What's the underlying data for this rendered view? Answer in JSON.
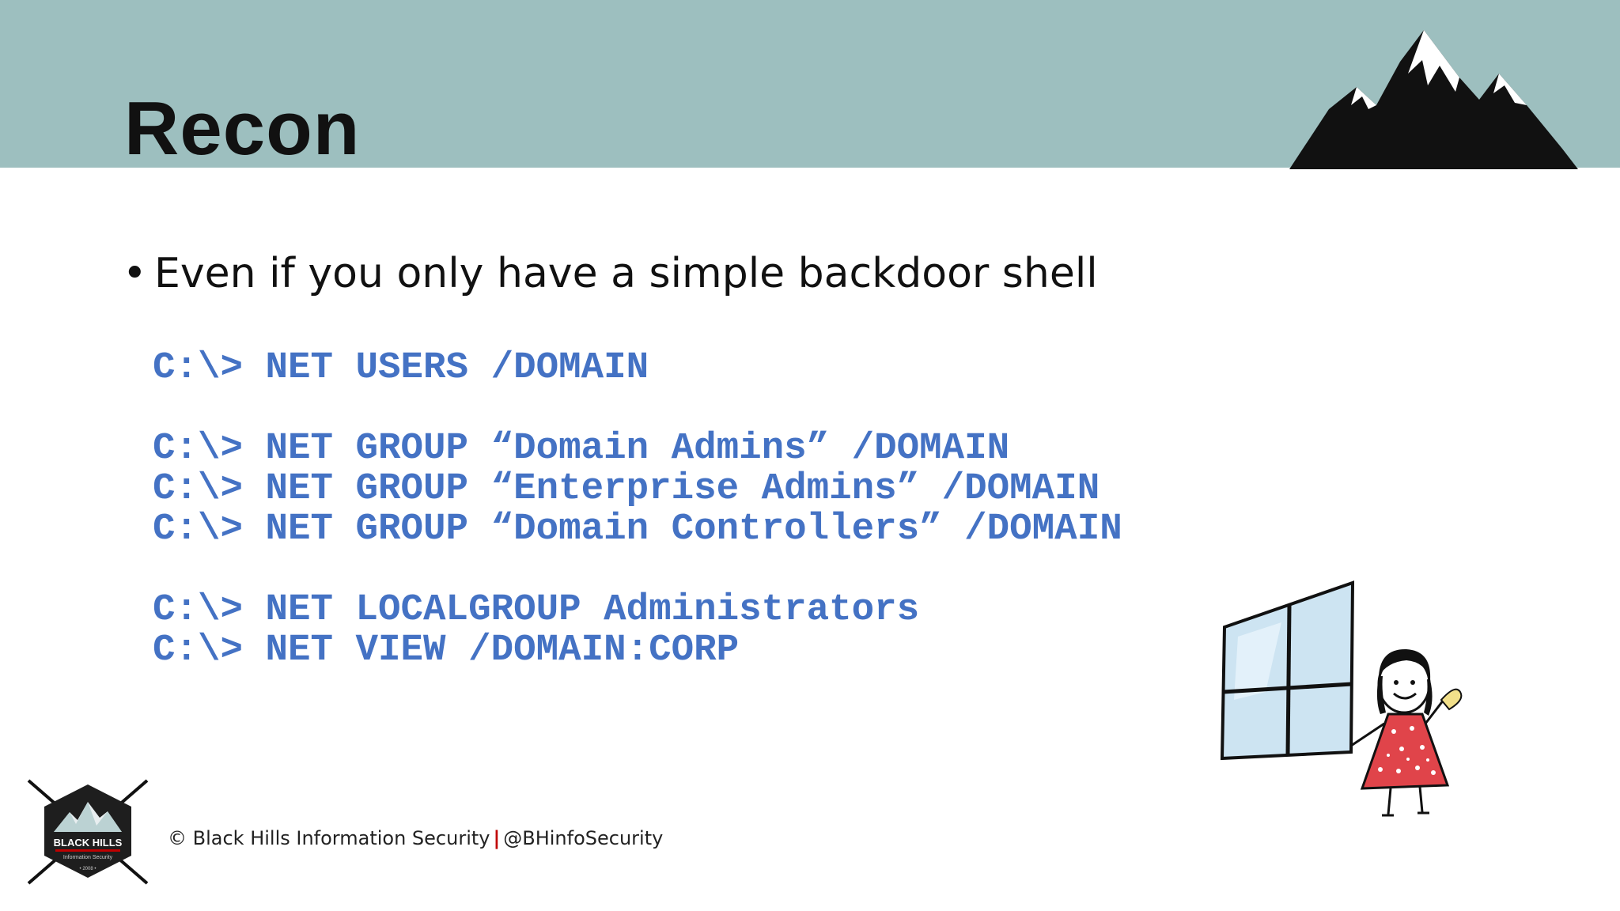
{
  "slide": {
    "title": "Recon",
    "bullet": "Even if you only have a simple backdoor shell",
    "bullet_marker": "•",
    "commands": [
      "C:\\> NET USERS /DOMAIN",
      "",
      "C:\\> NET GROUP “Domain Admins” /DOMAIN",
      "C:\\> NET GROUP “Enterprise Admins” /DOMAIN",
      "C:\\> NET GROUP “Domain Controllers” /DOMAIN",
      "",
      "C:\\> NET LOCALGROUP Administrators",
      "C:\\> NET VIEW /DOMAIN:CORP"
    ]
  },
  "footer": {
    "copyright": "© Black Hills Information Security",
    "separator": "|",
    "handle": "@BHinfoSecurity"
  },
  "logo": {
    "name": "BLACK HILLS",
    "subtitle": "Information Security",
    "year": "• 2008 •"
  },
  "colors": {
    "header_bg": "#9dbfbf",
    "command_text": "#4472c4",
    "title_text": "#111111",
    "footer_separator": "#c00000"
  },
  "icons": [
    "mountain-icon",
    "window-girl-illustration",
    "black-hills-logo"
  ]
}
